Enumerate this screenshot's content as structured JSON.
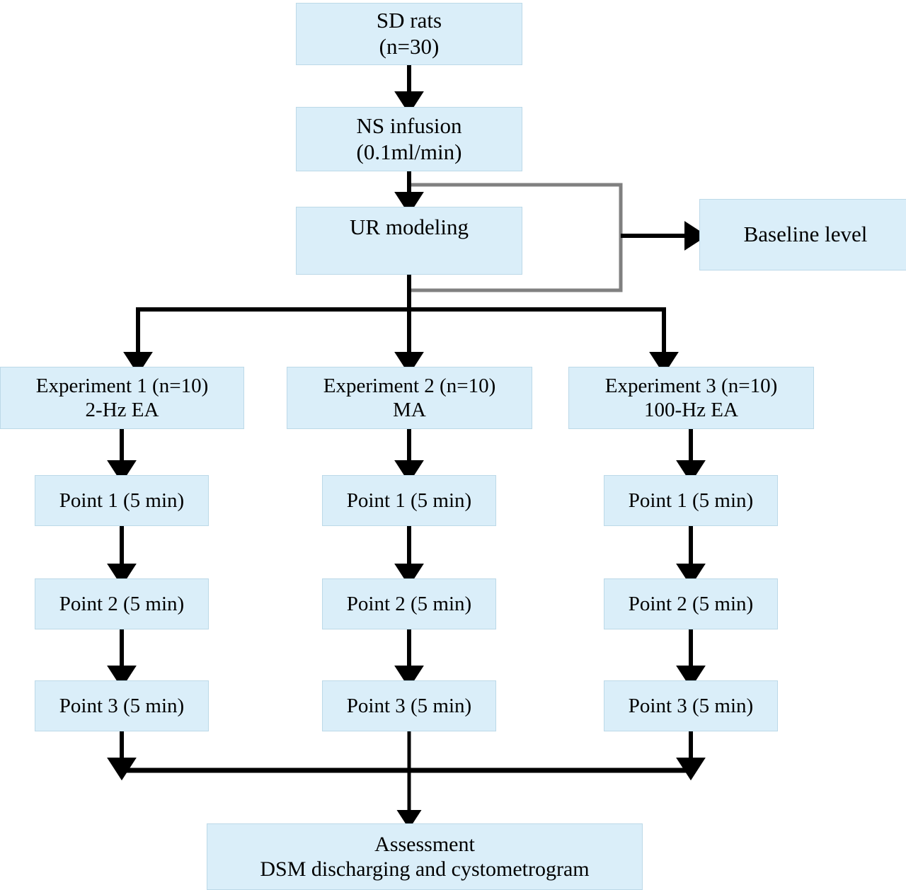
{
  "diagram": {
    "title": "Experimental design flowchart",
    "colors": {
      "node_fill": "#daeef9",
      "node_border": "#bcd9e8",
      "arrow": "#000000",
      "bracket": "#808080",
      "text": "#000000",
      "background": "#ffffff"
    },
    "nodes": {
      "sd_rats": "SD rats\n(n=30)",
      "ns_infusion": "NS infusion\n(0.1ml/min)",
      "ur_modeling": "UR modeling",
      "baseline_level": "Baseline level",
      "experiment_1": "Experiment 1 (n=10)\n2-Hz EA",
      "experiment_2": "Experiment 2 (n=10)\nMA",
      "experiment_3": "Experiment 3 (n=10)\n100-Hz EA",
      "col1_point1": "Point 1 (5 min)",
      "col1_point2": "Point 2 (5 min)",
      "col1_point3": "Point 3 (5 min)",
      "col2_point1": "Point 1 (5 min)",
      "col2_point2": "Point 2 (5 min)",
      "col2_point3": "Point 3 (5 min)",
      "col3_point1": "Point 1 (5 min)",
      "col3_point2": "Point 2 (5 min)",
      "col3_point3": "Point 3 (5 min)",
      "assessment": "Assessment\nDSM discharging and cystometrogram"
    }
  }
}
